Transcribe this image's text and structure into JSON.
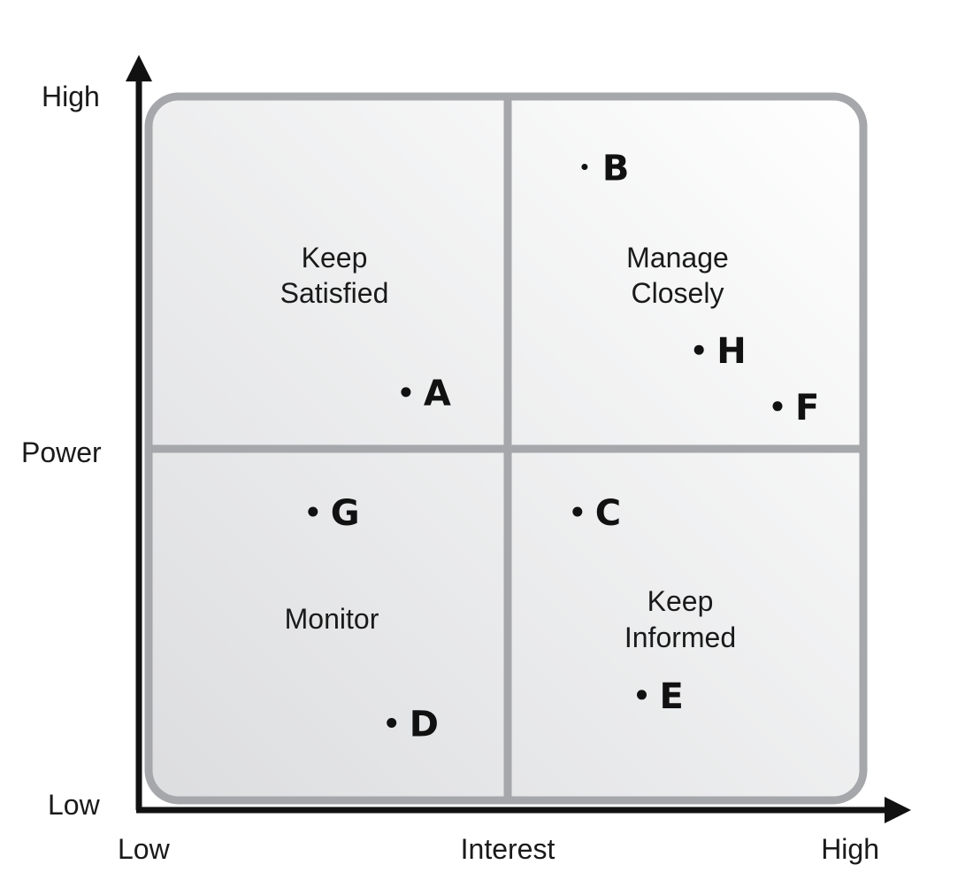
{
  "axes": {
    "y": {
      "label": "Power",
      "high_label": "High",
      "low_label": "Low"
    },
    "x": {
      "label": "Interest",
      "low_label": "Low",
      "high_label": "High"
    }
  },
  "quadrants": {
    "top_left": {
      "line1": "Keep",
      "line2": "Satisfied"
    },
    "top_right": {
      "line1": "Manage",
      "line2": "Closely"
    },
    "bottom_left": {
      "line1": "Monitor"
    },
    "bottom_right": {
      "line1": "Keep",
      "line2": "Informed"
    }
  },
  "points": [
    {
      "label": "A",
      "interest": 0.36,
      "power": 0.58
    },
    {
      "label": "B",
      "interest": 0.61,
      "power": 0.9
    },
    {
      "label": "C",
      "interest": 0.6,
      "power": 0.41
    },
    {
      "label": "D",
      "interest": 0.34,
      "power": 0.11
    },
    {
      "label": "E",
      "interest": 0.69,
      "power": 0.15
    },
    {
      "label": "F",
      "interest": 0.88,
      "power": 0.56
    },
    {
      "label": "G",
      "interest": 0.23,
      "power": 0.41
    },
    {
      "label": "H",
      "interest": 0.77,
      "power": 0.64
    }
  ]
}
